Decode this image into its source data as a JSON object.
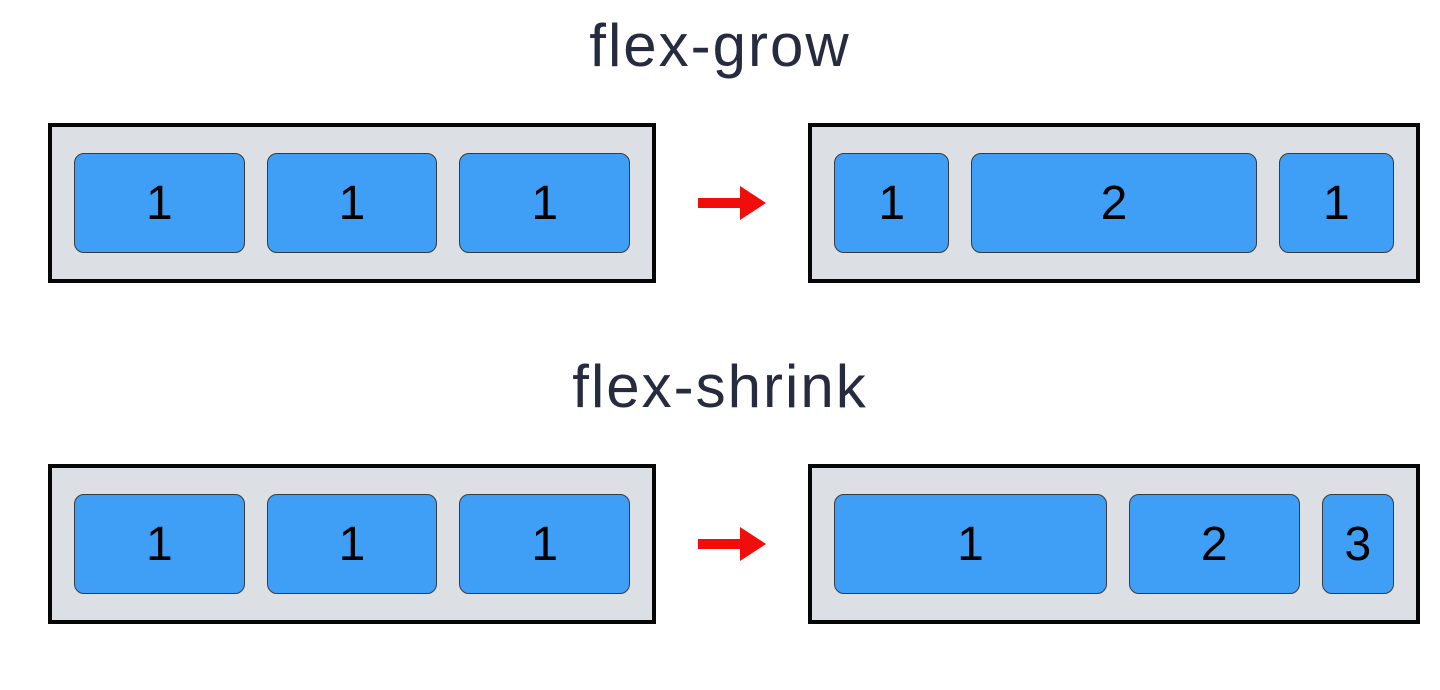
{
  "colors": {
    "title": "#262b40",
    "box_fill": "#3f9ff7",
    "box_border": "#3a3a3a",
    "box_text": "#000000",
    "container_fill": "#dcdfe3",
    "container_border": "#060606",
    "arrow": "#f20d0d",
    "page_bg": "#ffffff"
  },
  "icons": {
    "arrow": "right-arrow-icon"
  },
  "sections": [
    {
      "title": "flex-grow",
      "before": {
        "boxes": [
          "1",
          "1",
          "1"
        ]
      },
      "after": {
        "boxes": [
          "1",
          "2",
          "1"
        ]
      }
    },
    {
      "title": "flex-shrink",
      "before": {
        "boxes": [
          "1",
          "1",
          "1"
        ]
      },
      "after": {
        "boxes": [
          "1",
          "2",
          "3"
        ]
      }
    }
  ]
}
